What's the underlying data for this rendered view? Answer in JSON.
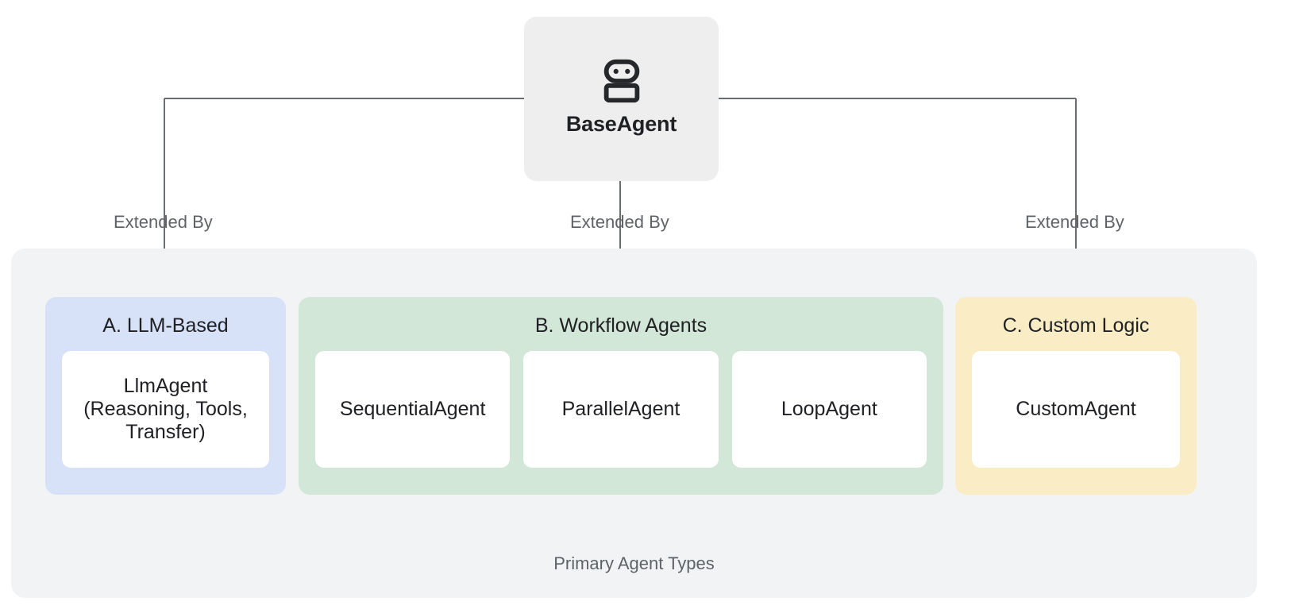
{
  "diagram": {
    "root": {
      "label": "BaseAgent",
      "icon": "robot-icon",
      "bg_color": "#eeeeee"
    },
    "edges": [
      {
        "label": "Extended By",
        "from": "BaseAgent",
        "to": "A. LLM-Based"
      },
      {
        "label": "Extended By",
        "from": "BaseAgent",
        "to": "B. Workflow Agents"
      },
      {
        "label": "Extended By",
        "from": "BaseAgent",
        "to": "C. Custom Logic"
      }
    ],
    "container": {
      "caption": "Primary Agent Types",
      "bg_color": "#f1f3f4"
    },
    "panels": [
      {
        "title": "A. LLM-Based",
        "bg_color": "#d7e2f8",
        "cards": [
          {
            "label": "LlmAgent\n(Reasoning, Tools,\nTransfer)"
          }
        ]
      },
      {
        "title": "B. Workflow Agents",
        "bg_color": "#d2e7d7",
        "cards": [
          {
            "label": "SequentialAgent"
          },
          {
            "label": "ParallelAgent"
          },
          {
            "label": "LoopAgent"
          }
        ]
      },
      {
        "title": "C. Custom Logic",
        "bg_color": "#faedc5",
        "cards": [
          {
            "label": "CustomAgent"
          }
        ]
      }
    ]
  },
  "colors": {
    "line": "#6b6e71",
    "text_primary": "#202124",
    "text_muted": "#5f6368",
    "card_bg": "#ffffff"
  }
}
